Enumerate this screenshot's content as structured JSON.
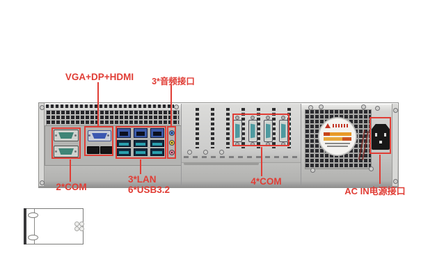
{
  "callouts": {
    "accent": "#e03d35",
    "vga_dp_hdmi": "VGA+DP+HDMI",
    "audio": "3*音频接口",
    "com_rear": "2*COM",
    "lan": "3*LAN",
    "usb": "6*USB3.2",
    "com_expansion": "4*COM",
    "ac_in": "AC IN电源接口"
  },
  "ports": {
    "rear_com_count": 2,
    "lan_count": 3,
    "usb_per_lan": 2,
    "audio_jack_colors": [
      "#4d7fd0",
      "#d4c040",
      "#dd7f9a"
    ],
    "expansion_com_count": 4,
    "expansion_blank_slots": 3
  },
  "colors": {
    "chassis": "#c8c8c6",
    "com_face": "#4e9aa0",
    "vga_face": "#3a57b0",
    "usb_tongue": "#2a9fae",
    "ac_inlet": "#181818"
  }
}
